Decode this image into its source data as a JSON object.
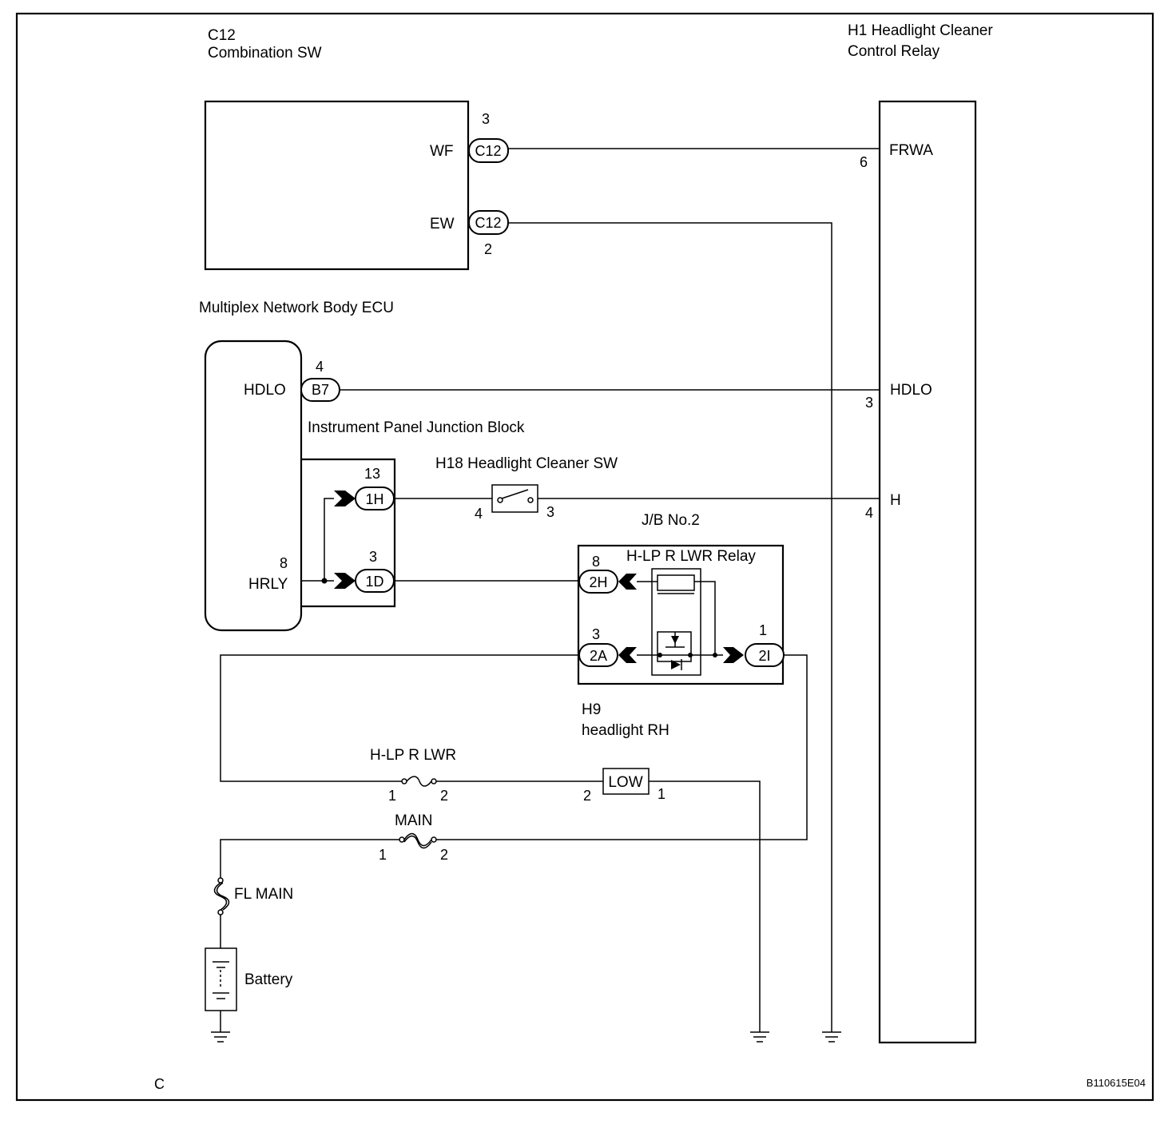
{
  "components": {
    "combination_sw_code": "C12",
    "combination_sw_name": "Combination SW",
    "relay_code_name": "H1 Headlight Cleaner",
    "relay_name_line2": "Control Relay",
    "ecu_name": "Multiplex Network Body ECU",
    "ipjb_name": "Instrument Panel Junction Block",
    "cleaner_sw_name": "H18 Headlight Cleaner SW",
    "jb2_name": "J/B No.2",
    "hlp_relay_name": "H-LP R LWR Relay",
    "headlight_code": "H9",
    "headlight_name": "headlight RH",
    "fuse_hlp_name": "H-LP R LWR",
    "fuse_main_name": "MAIN",
    "fl_main_name": "FL MAIN",
    "battery_name": "Battery",
    "low_label": "LOW"
  },
  "terminals": {
    "wf": "WF",
    "ew": "EW",
    "frwa": "FRWA",
    "hdlo_ecu": "HDLO",
    "hdlo_relay": "HDLO",
    "h": "H",
    "hrly": "HRLY"
  },
  "connectors": {
    "c12_top": "C12",
    "c12_bottom": "C12",
    "b7": "B7",
    "c_1h": "1H",
    "c_1d": "1D",
    "c_2h": "2H",
    "c_2a": "2A",
    "c_2i": "2I"
  },
  "pins": {
    "p_wf": "3",
    "p_ew": "2",
    "p_frwa": "6",
    "p_b7": "4",
    "p_hdlo_relay": "3",
    "p_1h": "13",
    "p_1d": "3",
    "p_hrly": "8",
    "p_sw_left": "4",
    "p_sw_right": "3",
    "p_h": "4",
    "p_2h": "8",
    "p_2a": "3",
    "p_2i": "1",
    "p_fuse1_left": "1",
    "p_fuse1_right": "2",
    "p_low_left": "2",
    "p_low_right": "1",
    "p_fuse2_left": "1",
    "p_fuse2_right": "2"
  },
  "footer": {
    "corner_letter": "C",
    "figure_id": "B110615E04"
  }
}
